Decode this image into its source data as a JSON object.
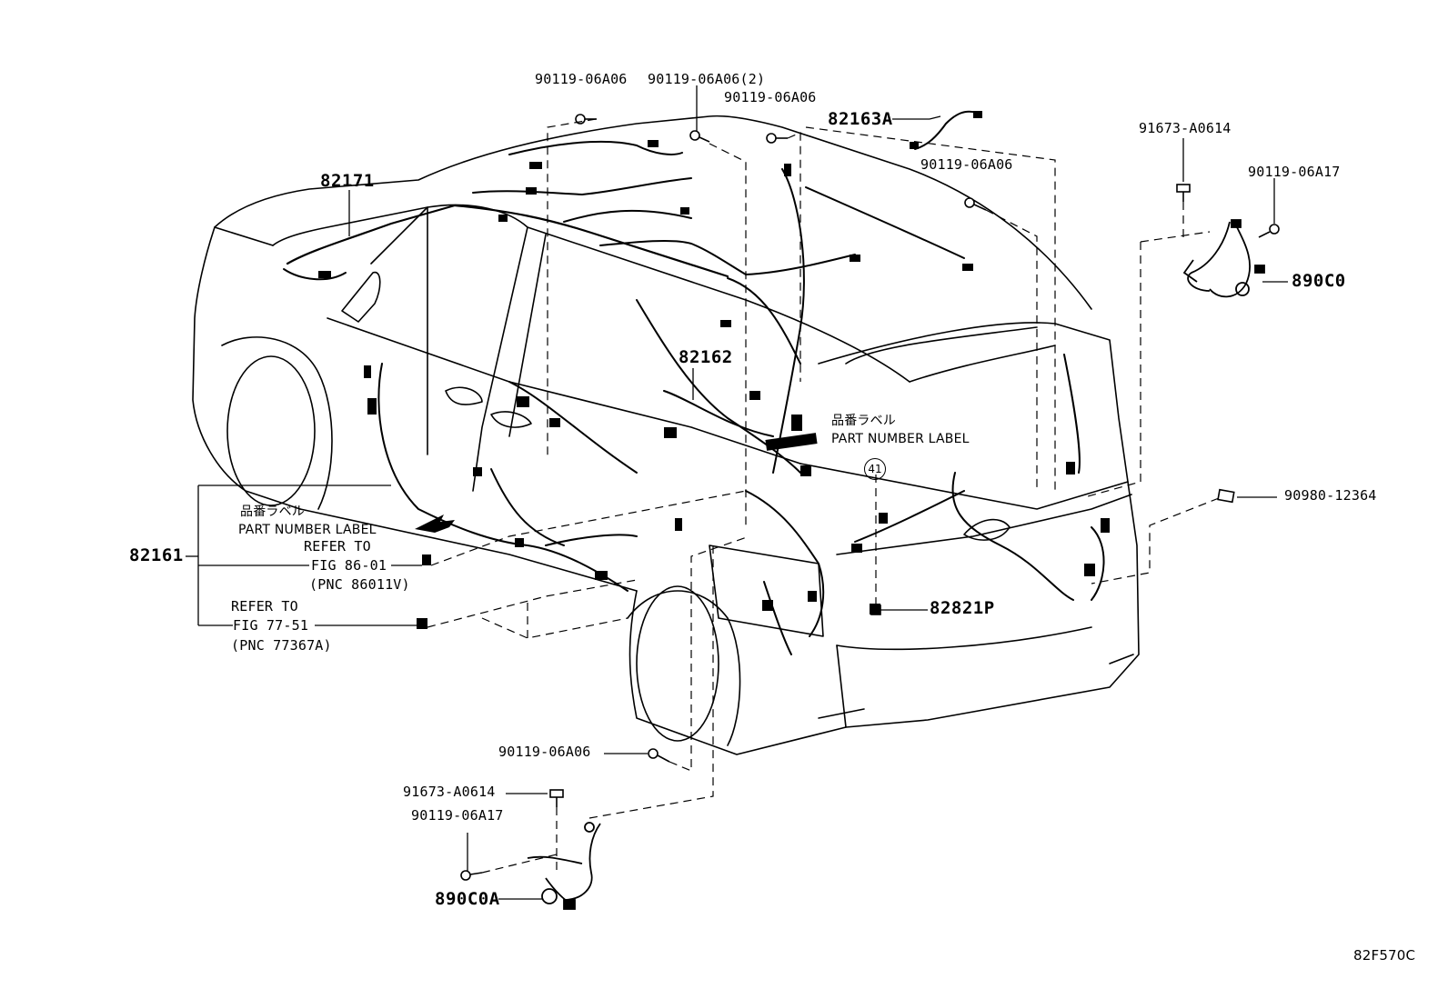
{
  "diagram": {
    "parts": {
      "p_90119_06A06_a": "90119-06A06",
      "p_90119_06A06_2": "90119-06A06(2)",
      "p_90119_06A06_b": "90119-06A06",
      "p_82163A": "82163A",
      "p_90119_06A06_c": "90119-06A06",
      "p_91673_A0614_a": "91673-A0614",
      "p_90119_06A17_a": "90119-06A17",
      "p_890C0": "890C0",
      "p_82171": "82171",
      "p_82162": "82162",
      "p_90980_12364": "90980-12364",
      "p_82161": "82161",
      "p_82821P": "82821P",
      "p_90119_06A06_d": "90119-06A06",
      "p_91673_A0614_b": "91673-A0614",
      "p_90119_06A17_b": "90119-06A17",
      "p_890C0A": "890C0A"
    },
    "labels": {
      "part_number_label_jp": "品番ラベル",
      "part_number_label_en": "PART NUMBER LABEL",
      "part_number_label_jp_2": "品番ラベル",
      "part_number_label_en_2": "PART NUMBER LABEL",
      "refer_to_1": "REFER TO",
      "fig_1": "FIG 86-01",
      "pnc_1": "(PNC 86011V)",
      "refer_to_2": "REFER TO",
      "fig_2": "FIG 77-51",
      "pnc_2": "(PNC 77367A)",
      "callout_41": "41"
    },
    "figure_code": "82F570C"
  }
}
